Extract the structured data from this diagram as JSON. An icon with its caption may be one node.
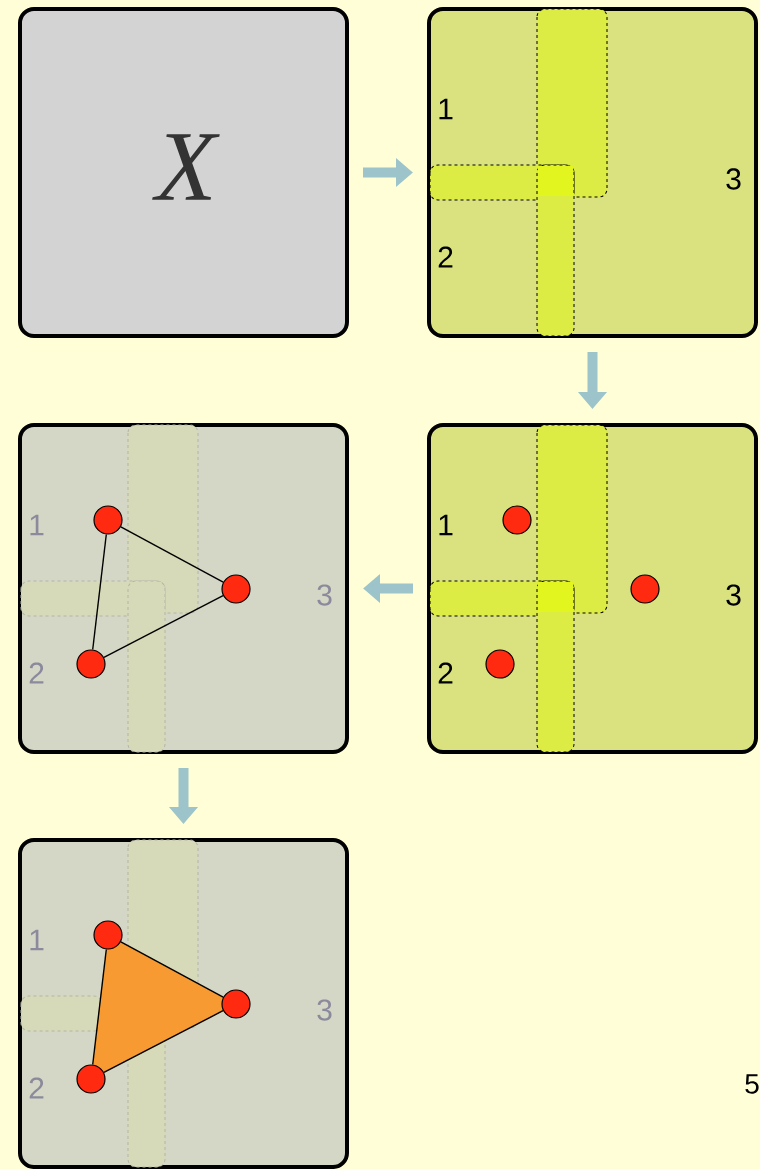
{
  "diagram": {
    "nodes": [
      {
        "text": [
          "X"
        ]
      },
      {
        "text": [
          "1",
          "2",
          "3"
        ]
      },
      {
        "text": [
          "1",
          "2",
          "3"
        ]
      },
      {
        "text": [],
        "shape": "circle",
        "in": 2
      },
      {
        "text": [],
        "shape": "circle",
        "in": 2
      },
      {
        "text": [],
        "shape": "circle",
        "in": 2
      },
      {
        "text": [
          "1",
          "2",
          "3"
        ]
      },
      {
        "text": [],
        "shape": "circle",
        "in": 6
      },
      {
        "text": [],
        "shape": "circle",
        "in": 6
      },
      {
        "text": [],
        "shape": "circle",
        "in": 6
      },
      {
        "text": [
          "1",
          "2",
          "3"
        ]
      },
      {
        "text": [],
        "shape": "circle",
        "in": 10
      },
      {
        "text": [],
        "shape": "circle",
        "in": 10
      },
      {
        "text": [],
        "shape": "circle",
        "in": 10
      }
    ],
    "edges": [
      {
        "from": 0,
        "to": 1,
        "arrow": "to",
        "style": "thick",
        "color": "#9cc4ca"
      },
      {
        "from": 1,
        "to": 6,
        "arrow": "to",
        "style": "thick",
        "color": "#9cc4ca"
      },
      {
        "from": 6,
        "to": 2,
        "arrow": "to",
        "style": "thick",
        "color": "#9cc4ca"
      },
      {
        "from": 2,
        "to": 10,
        "arrow": "to",
        "style": "thick",
        "color": "#9cc4ca"
      },
      {
        "from": 3,
        "to": 4,
        "arrow": "none"
      },
      {
        "from": 4,
        "to": 5,
        "arrow": "none"
      },
      {
        "from": 5,
        "to": 3,
        "arrow": "none"
      },
      {
        "from": 11,
        "to": 12,
        "arrow": "none"
      },
      {
        "from": 12,
        "to": 13,
        "arrow": "none"
      },
      {
        "from": 13,
        "to": 11,
        "arrow": "none"
      }
    ],
    "labels": [
      "5"
    ]
  }
}
